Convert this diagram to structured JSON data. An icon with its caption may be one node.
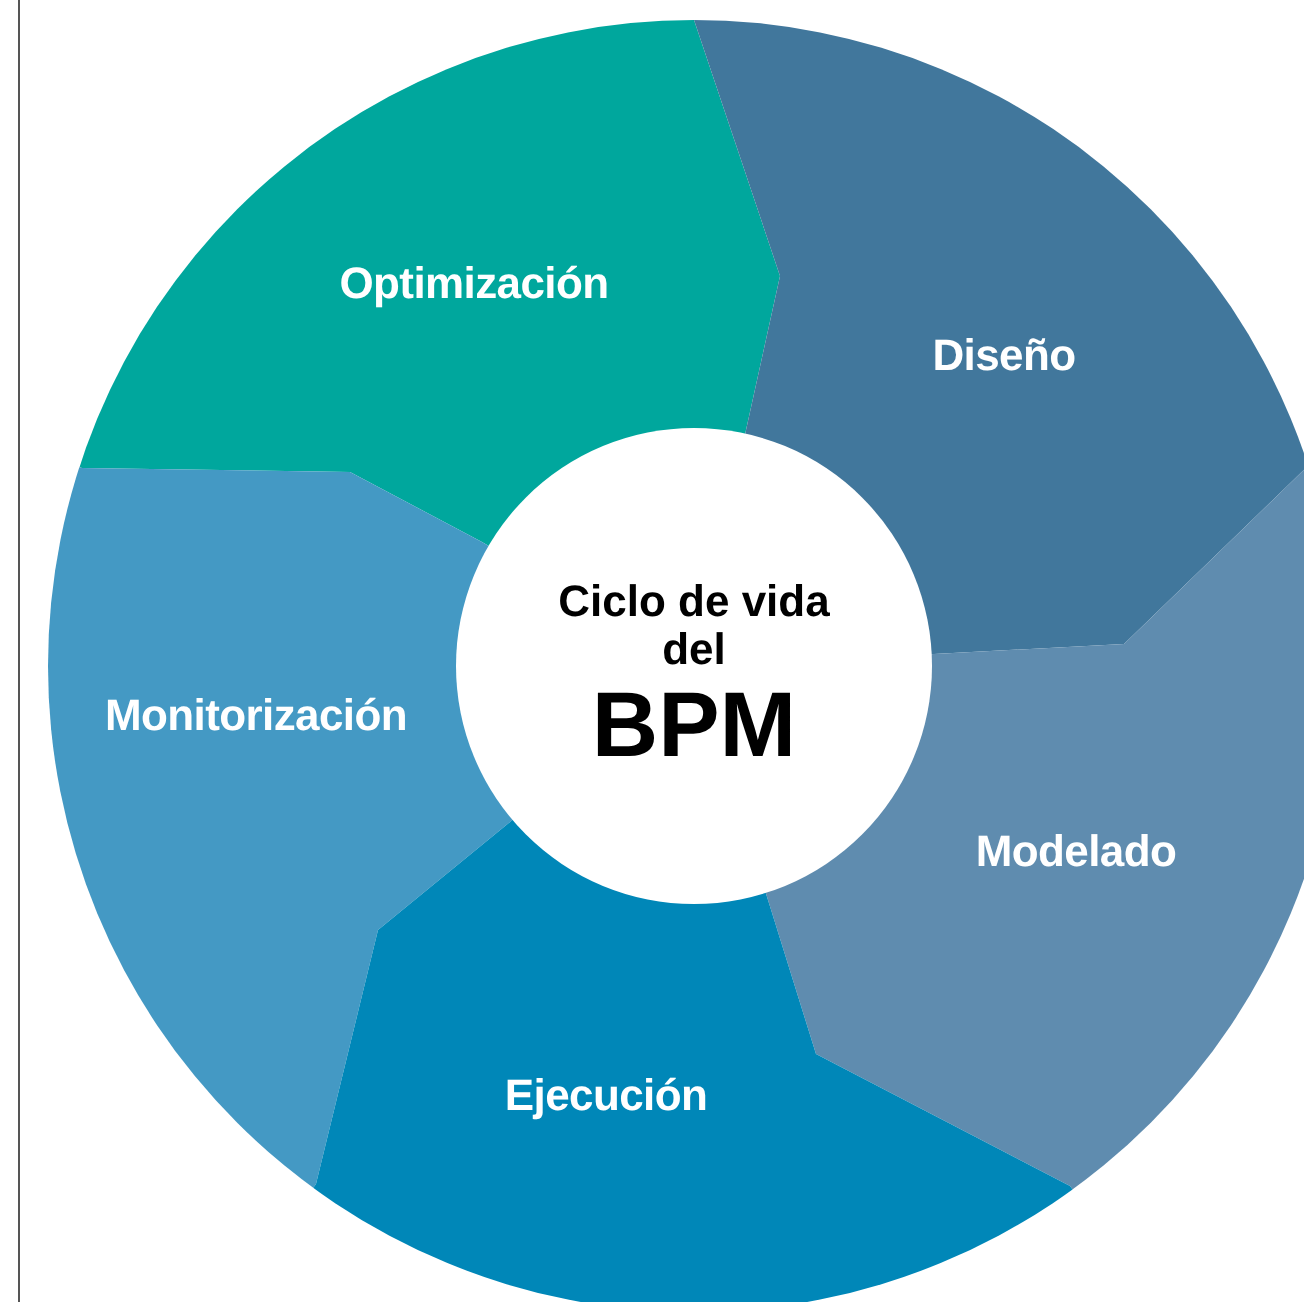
{
  "diagram": {
    "nodes": [
      {
        "text": [
          "Optimización"
        ]
      },
      {
        "text": [
          "Diseño"
        ]
      },
      {
        "text": [
          "Ciclo de vida del",
          "BPM"
        ]
      },
      {
        "text": [
          "Monitorización"
        ]
      },
      {
        "text": [
          "Modelado"
        ]
      },
      {
        "text": [
          "Ejecución"
        ]
      }
    ]
  }
}
